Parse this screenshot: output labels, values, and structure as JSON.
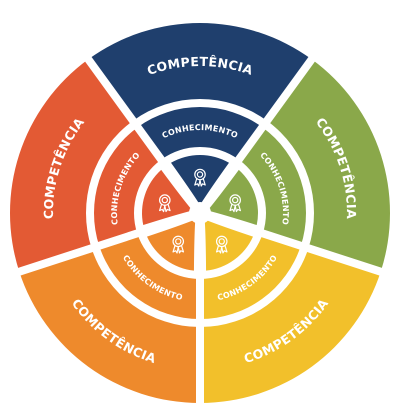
{
  "colors": {
    "navy": "#1f3f6d",
    "green": "#8aa84a",
    "yellow": "#f2c02b",
    "orange": "#ee8a2c",
    "red": "#e35a34",
    "gap": "#ffffff"
  },
  "segments": [
    {
      "id": "top",
      "color_key": "navy",
      "competencia": "COMPETÊNCIA",
      "conhecimento": "CONHECIMENTO",
      "icon": "award-ribbon-icon"
    },
    {
      "id": "right",
      "color_key": "green",
      "competencia": "COMPETÊNCIA",
      "conhecimento": "CONHECIMENTO",
      "icon": "award-ribbon-icon"
    },
    {
      "id": "bottom-right",
      "color_key": "yellow",
      "competencia": "COMPETÊNCIA",
      "conhecimento": "CONHECIMENTO",
      "icon": "award-ribbon-icon"
    },
    {
      "id": "bottom-left",
      "color_key": "orange",
      "competencia": "COMPETÊNCIA",
      "conhecimento": "CONHECIMENTO",
      "icon": "award-ribbon-icon"
    },
    {
      "id": "left",
      "color_key": "red",
      "competencia": "COMPETÊNCIA",
      "conhecimento": "CONHECIMENTO",
      "icon": "award-ribbon-icon"
    }
  ]
}
